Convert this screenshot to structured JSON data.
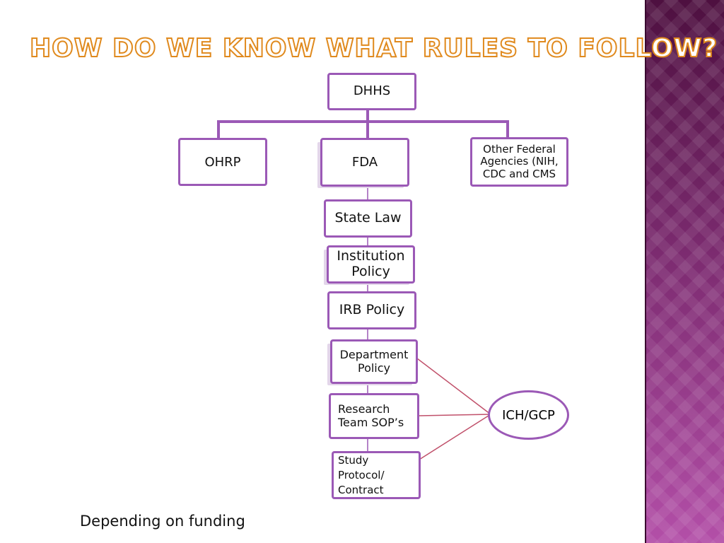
{
  "slide": {
    "title": "HOW DO WE KNOW WHAT RULES TO FOLLOW?",
    "caption": "Depending on funding"
  },
  "nodes": {
    "dhhs": "DHHS",
    "ohrp": "OHRP",
    "fda": "FDA",
    "other_federal": "Other Federal Agencies (NIH, CDC and CMS",
    "state_law": "State Law",
    "institution_policy": "Institution Policy",
    "irb_policy": "IRB Policy",
    "department_policy": "Department Policy",
    "research_sops": "Research Team SOP’s",
    "study_protocol": "Study Protocol/ Contract",
    "ich_gcp": "ICH/GCP"
  },
  "colors": {
    "node_border": "#9b59b6",
    "connector": "#9b59b6",
    "ich_connector": "#c0506a",
    "title_outline": "#e08a1e",
    "side_band": "#7a2a6e"
  }
}
